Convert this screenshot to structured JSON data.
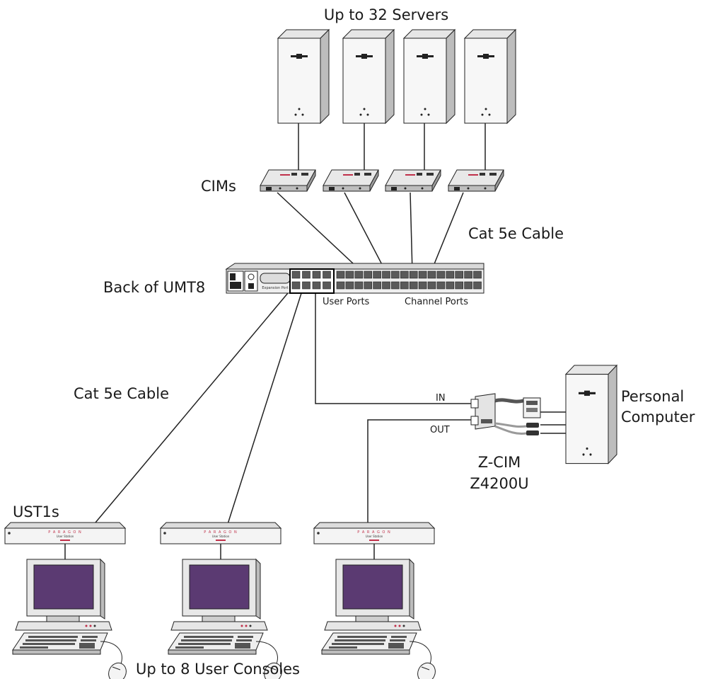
{
  "labels": {
    "servers": "Up to 32 Servers",
    "cims": "CIMs",
    "cat5e_top": "Cat 5e Cable",
    "umt8": "Back of UMT8",
    "user_ports": "User Ports",
    "channel_ports": "Channel Ports",
    "cat5e_left": "Cat 5e Cable",
    "pc_line1": "Personal",
    "pc_line2": "Computer",
    "in": "IN",
    "out": "OUT",
    "zcim_line1": "Z-CIM",
    "zcim_line2": "Z4200U",
    "ust1s": "UST1s",
    "consoles": "Up to 8 User Consoles",
    "expansion_port": "Expansion Port",
    "brand": "PARAGON"
  },
  "colors": {
    "device_light": "#f2f2f2",
    "device_mid": "#d9d9d9",
    "device_dark": "#9a9a9a",
    "screen": "#5b3a72",
    "port": "#5a5a5a",
    "line": "#222222",
    "brand": "#c0304a"
  }
}
